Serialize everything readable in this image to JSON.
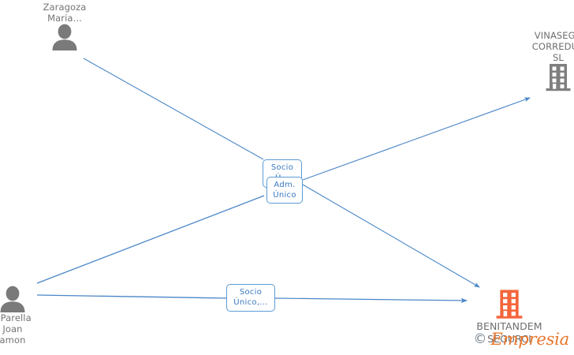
{
  "diagram": {
    "type": "entity-relationship-graph",
    "background": "#ffffff",
    "edge_color": "#4a86c8",
    "label_box_border": "#5b9bd5",
    "label_box_text_color": "#3a78c0",
    "person_icon_color": "#7a7a7a",
    "company_icon_color_gray": "#7f7f7f",
    "company_icon_color_orange": "#f4653b"
  },
  "nodes": [
    {
      "id": "person-top-left",
      "kind": "person",
      "icon": "person-icon",
      "label": "Martinez\nZaragoza\nMaria...",
      "clipped": true
    },
    {
      "id": "company-top-right",
      "kind": "company",
      "icon": "building-icon",
      "label": "VINASEGU\nCORREDUR\nSL",
      "clipped": true
    },
    {
      "id": "person-bottom-left",
      "kind": "person",
      "icon": "person-icon",
      "label": "t Parella\nJoan\namon",
      "clipped": true
    },
    {
      "id": "company-bottom-right",
      "kind": "company",
      "icon": "building-icon",
      "label": "BENITANDEM\nSEGURCI",
      "clipped": true
    }
  ],
  "relation_labels": [
    {
      "id": "rel-socio-unico-back",
      "text": "Socio\nÚ..."
    },
    {
      "id": "rel-adm-unico",
      "text": "Adm.\nÚnico"
    },
    {
      "id": "rel-socio-unico-bottom",
      "text": "Socio\nÚnico,..."
    }
  ],
  "edges": [
    {
      "id": "edge-person-topleft-to-adm",
      "from": "person-top-left",
      "to": "rel-adm-unico",
      "arrow": false
    },
    {
      "id": "edge-adm-to-company-topright",
      "from": "rel-adm-unico",
      "to": "company-top-right",
      "arrow": true
    },
    {
      "id": "edge-person-bottomleft-to-adm",
      "from": "person-bottom-left",
      "to": "rel-adm-unico",
      "arrow": false
    },
    {
      "id": "edge-adm-to-company-bottomright",
      "from": "rel-adm-unico",
      "to": "company-bottom-right",
      "arrow": true
    },
    {
      "id": "edge-person-bottomleft-to-socio",
      "from": "person-bottom-left",
      "to": "rel-socio-unico-bottom",
      "arrow": false
    },
    {
      "id": "edge-socio-to-company-bottomright",
      "from": "rel-socio-unico-bottom",
      "to": "company-bottom-right",
      "arrow": true
    }
  ],
  "watermark": {
    "copyright": "©",
    "brand": "Empresia"
  }
}
